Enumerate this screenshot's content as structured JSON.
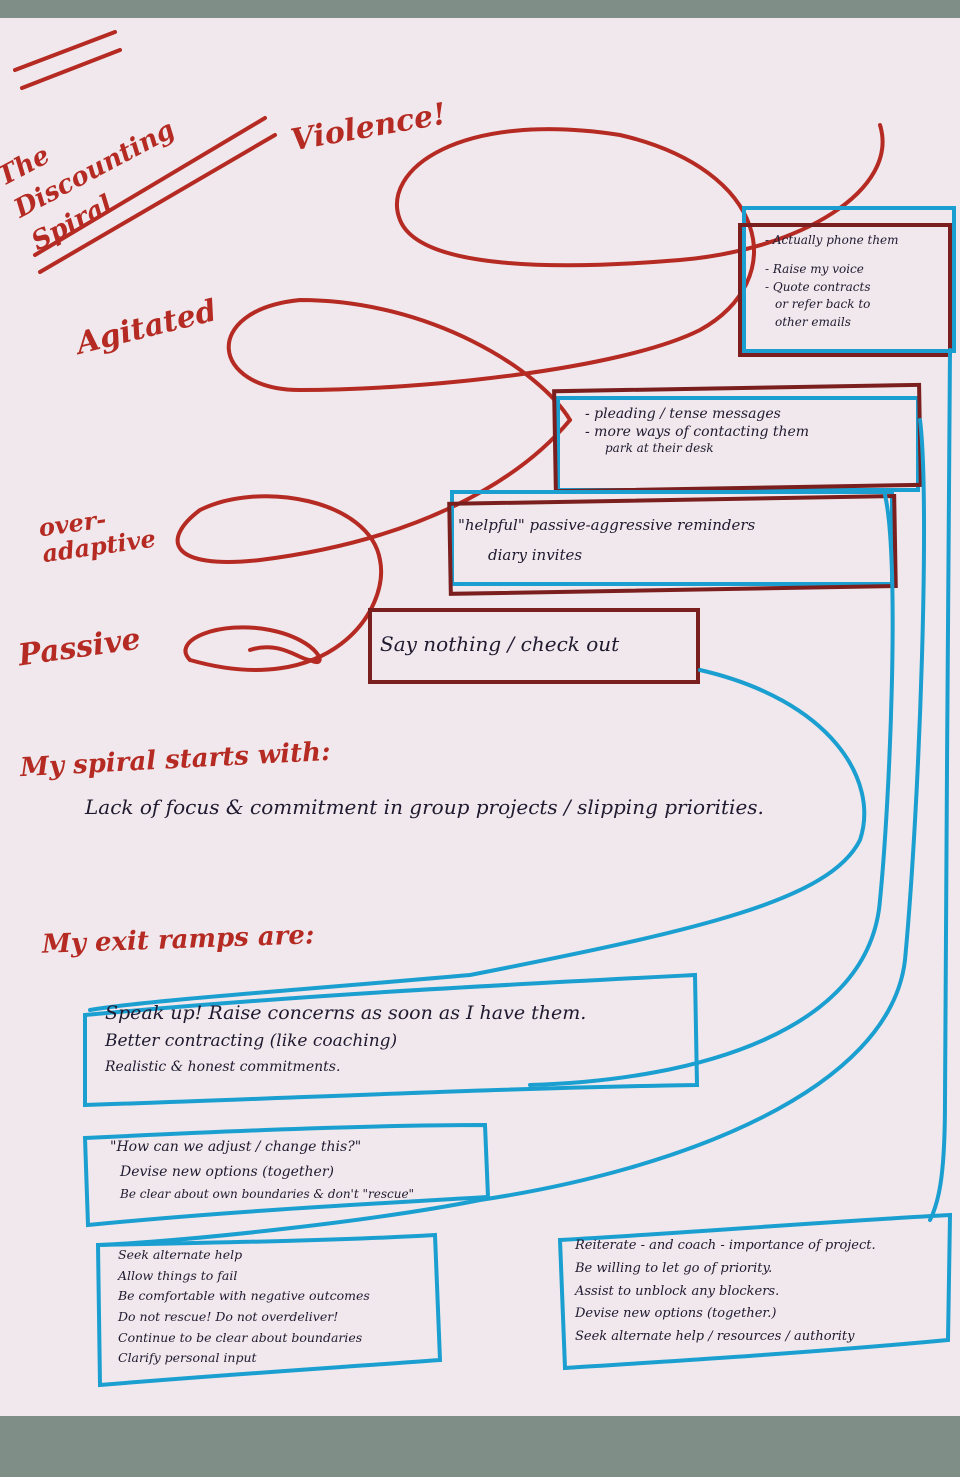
{
  "title": "The Discounting Spiral",
  "levels": {
    "violence": "Violence!",
    "agitated": "Agitated",
    "over_adaptive": "over-adaptive",
    "passive": "Passive"
  },
  "level_behaviours": {
    "violence": [
      "- Actually phone them",
      "- Raise my voice",
      "- Quote contracts",
      "or refer back to",
      "other emails"
    ],
    "agitated": [
      "- pleading / tense messages",
      "- more ways of contacting them",
      "park at their desk"
    ],
    "over_adaptive": [
      "\"helpful\" passive-aggressive reminders",
      "diary invites"
    ],
    "passive": [
      "Say nothing / check out"
    ]
  },
  "spiral_start": {
    "heading": "My spiral starts with:",
    "text": "Lack of focus & commitment in group projects / slipping priorities."
  },
  "exit_ramps": {
    "heading": "My exit ramps are:",
    "boxes": [
      [
        "Speak up! Raise concerns as soon as I have them.",
        "Better contracting (like coaching)",
        "Realistic & honest commitments."
      ],
      [
        "\"How can we adjust / change this?\"",
        "Devise new options (together)",
        "Be clear about own boundaries & don't \"rescue\""
      ],
      [
        "Seek alternate help",
        "Allow things to fail",
        "Be comfortable with negative outcomes",
        "Do not rescue! Do not overdeliver!",
        "Continue to be clear about boundaries",
        "Clarify personal input"
      ],
      [
        "Reiterate - and coach - importance of project.",
        "Be willing to let go of priority.",
        "Assist to unblock any blockers.",
        "Devise new options (together.)",
        "Seek alternate help / resources / authority"
      ]
    ]
  },
  "colors": {
    "red_ink": "#b52a22",
    "blue_ink": "#1a9fd0",
    "dark_ink": "#1f1a30",
    "paper": "#f0e8ec"
  }
}
